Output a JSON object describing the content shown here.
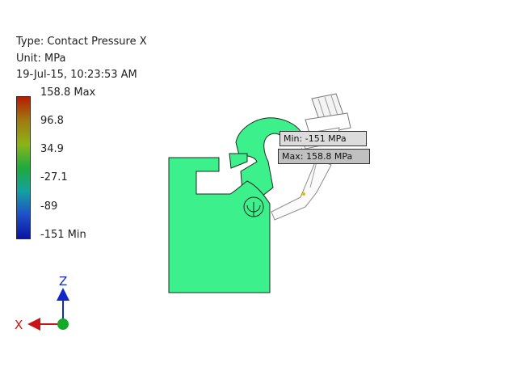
{
  "result_info": {
    "type_line": "Type: Contact Pressure X",
    "unit_line": "Unit: MPa",
    "datetime_line": "19-Jul-15, 10:23:53 AM"
  },
  "legend": {
    "labels": [
      "158.8 Max",
      "96.8",
      "34.9",
      "-27.1",
      "-89",
      "-151 Min"
    ],
    "colors": [
      "#b41e00",
      "#a07a10",
      "#8cb418",
      "#1faa3c",
      "#14a0a0",
      "#1e50c8",
      "#0a14a0"
    ]
  },
  "probes": {
    "min_label": "Min: -151 MPa",
    "max_label": "Max: 158.8 MPa"
  },
  "triad": {
    "z_label": "Z",
    "x_label": "X",
    "z_color": "#1428c8",
    "x_color": "#c81414",
    "y_color": "#14aa28"
  },
  "model": {
    "fill_color": "#3cf08c",
    "edge_color": "#1e2a20"
  }
}
